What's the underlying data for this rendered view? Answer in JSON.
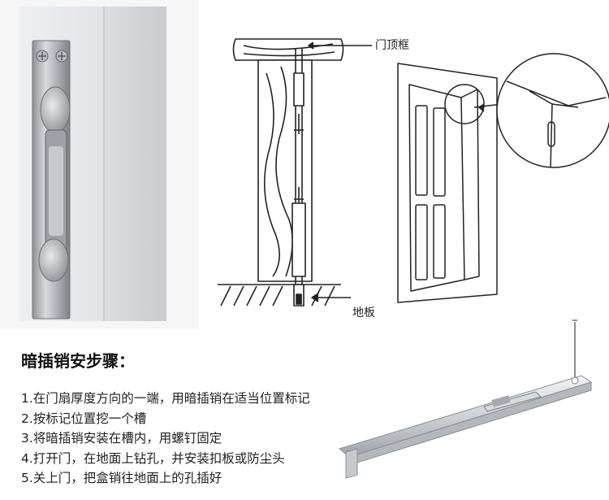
{
  "labels": {
    "door_frame": "门顶框",
    "floor": "地板"
  },
  "instructions": {
    "title": "暗插销安步骤：",
    "steps": [
      "1.在门扇厚度方向的一端，用暗插销在适当位置标记",
      "2.按标记位置挖一个槽",
      "3.将暗插销安装在槽内，用螺钉固定",
      "4.打开门，在地面上钻孔，并安装扣板或防尘头",
      "5.关上门，把盒销往地面上的孔插好"
    ]
  },
  "icons": [
    "product-photo",
    "cross-section-diagram",
    "door-diagram",
    "bolt-illustration"
  ]
}
